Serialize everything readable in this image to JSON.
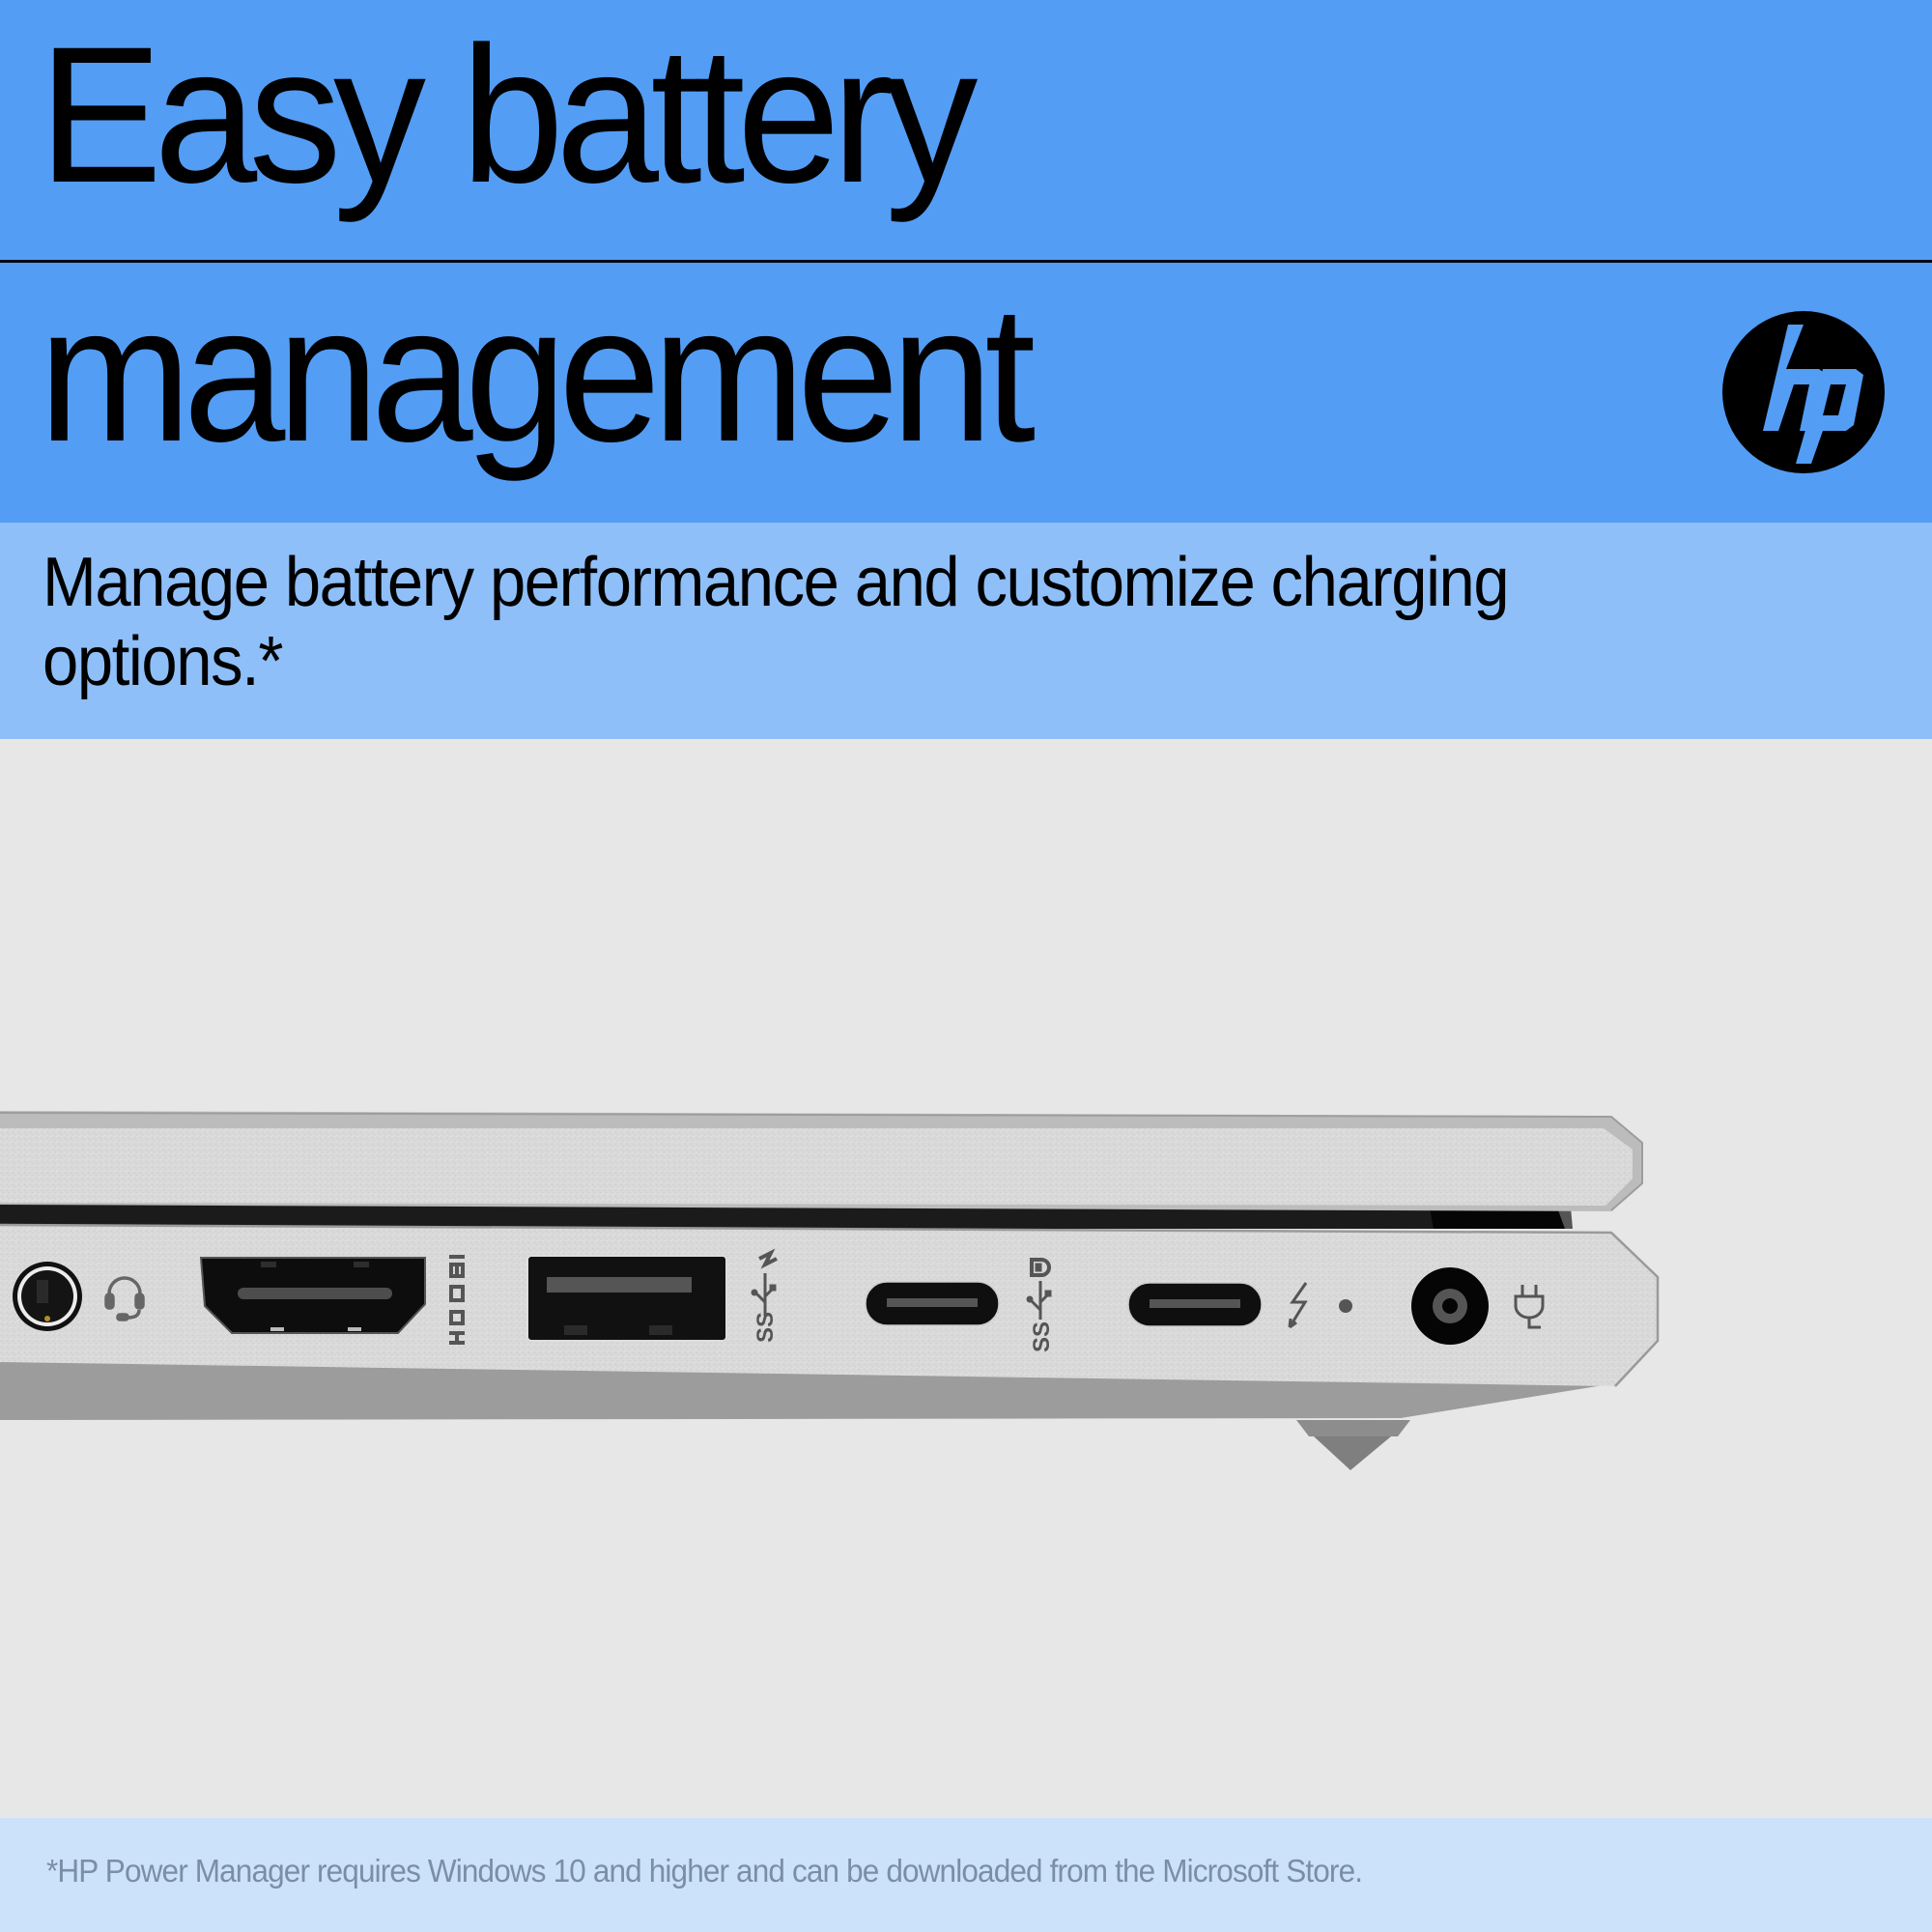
{
  "header": {
    "title_line1": "Easy battery",
    "title_line2": "management",
    "brand": "hp",
    "brand_logo_icon": "hp-logo"
  },
  "subtitle": {
    "text": "Manage battery performance and customize charging options.*"
  },
  "product": {
    "description": "Laptop side view with ports",
    "ports": [
      {
        "name": "Headphone/mic combo jack",
        "icon": "headset-icon"
      },
      {
        "name": "HDMI",
        "label": "HDMI"
      },
      {
        "name": "USB-A SuperSpeed with charging",
        "icon": "ss-usb-charge-icon"
      },
      {
        "name": "USB-C SuperSpeed with DisplayPort",
        "icon": "ss-usb-displayport-icon"
      },
      {
        "name": "USB-C Thunderbolt",
        "icon": "thunderbolt-icon"
      },
      {
        "name": "Status LED",
        "icon": "led-dot"
      },
      {
        "name": "DC power jack",
        "icon": "power-plug-icon"
      }
    ]
  },
  "footer": {
    "disclaimer": "*HP Power Manager requires Windows 10 and higher and can be downloaded from the Microsoft Store."
  },
  "colors": {
    "title_band": "#539df5",
    "subtitle_band": "#8fbff8",
    "stage_bg": "#e7e7e7",
    "footer_band": "#cce2fb",
    "footer_text": "#7c8ea6",
    "divider": "#02081c"
  }
}
